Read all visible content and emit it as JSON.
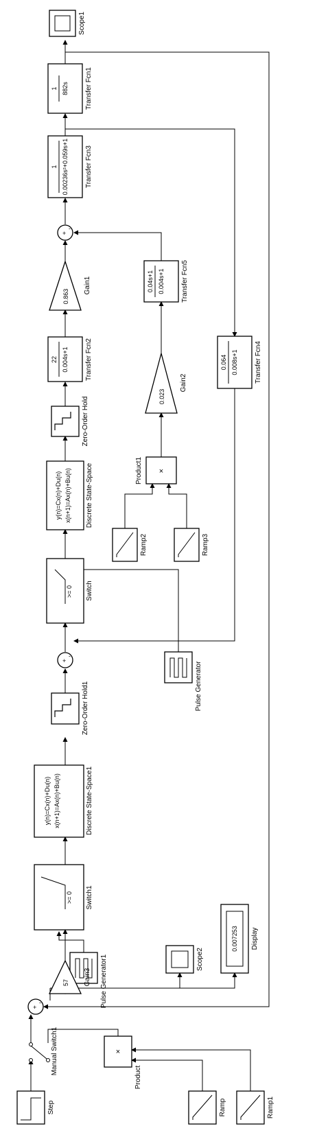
{
  "blocks": {
    "scope1": "Scope1",
    "tf1": {
      "label": "Transfer Fcn1",
      "num": "1",
      "den": "882s"
    },
    "tf3": {
      "label": "Transfer Fcn3",
      "num": "1",
      "den": "0.00236s²+0.059s+1"
    },
    "gain1": {
      "label": "Gain1",
      "value": "0.863"
    },
    "tf2": {
      "label": "Transfer Fcn2",
      "num": "22",
      "den": "0.004s+1"
    },
    "zoh": "Zero-Order Hold",
    "dss": {
      "label": "Discrete State-Space",
      "line1": "y(n)=Cx(n)+Du(n)",
      "line2": "x(n+1)=Ax(n)+Bu(n)"
    },
    "switch": {
      "label": "Switch",
      "cond": ">= 0"
    },
    "pulse": "Pulse Generator",
    "zoh1": "Zero-Order Hold1",
    "dss1": {
      "label": "Discrete State-Space1",
      "line1": "y(n)=Cx(n)+Du(n)",
      "line2": "x(n+1)=Ax(n)+Bu(n)"
    },
    "switch1": {
      "label": "Switch1",
      "cond": ">= 0"
    },
    "pulse1": "Pulse Generator1",
    "gain3": {
      "label": "Gain3",
      "value": "57"
    },
    "scope2": "Scope2",
    "display": {
      "label": "Display",
      "value": "0.007253"
    },
    "tf5": {
      "label": "Transfer Fcn5",
      "num": "0.04s+1",
      "den": "0.004s+1"
    },
    "gain2": {
      "label": "Gain2",
      "value": "0.023"
    },
    "product1": {
      "label": "Product1",
      "symbol": "×"
    },
    "ramp2": "Ramp2",
    "ramp3": "Ramp3",
    "tf4": {
      "label": "Transfer Fcn4",
      "num": "0.064",
      "den": "0.008s+1"
    },
    "manual_switch1": "Manual Switch1",
    "step": "Step",
    "product": {
      "label": "Product",
      "symbol": "×"
    },
    "ramp": "Ramp",
    "ramp1": "Ramp1",
    "sum_signs": {
      "plus": "+",
      "minus": "-"
    }
  }
}
